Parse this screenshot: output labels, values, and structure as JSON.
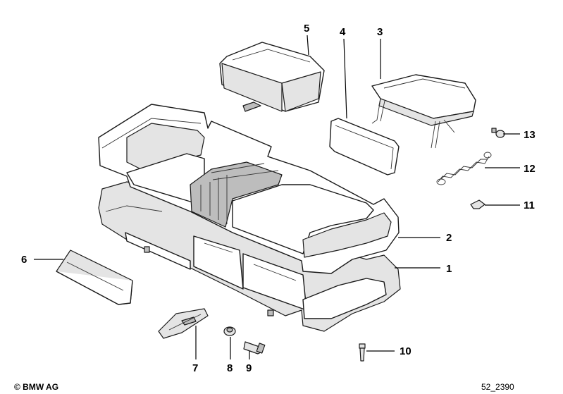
{
  "diagram": {
    "part_numbers": [
      "1",
      "2",
      "3",
      "4",
      "5",
      "6",
      "7",
      "8",
      "9",
      "10",
      "11",
      "12",
      "13"
    ],
    "copyright": "© BMW AG",
    "drawing_id": "52_2390"
  }
}
